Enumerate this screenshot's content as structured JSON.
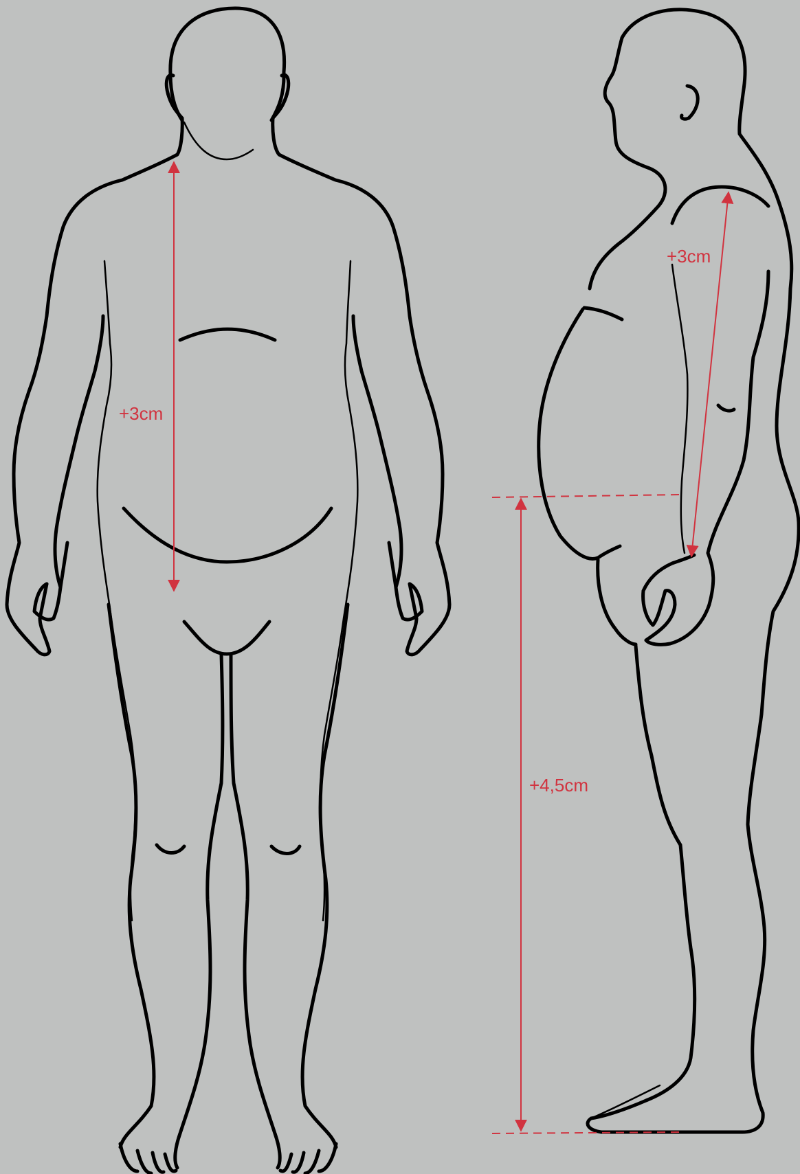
{
  "colors": {
    "background": "#bfc1c0",
    "outline": "#000000",
    "measurement": "#d1333f"
  },
  "figures": {
    "front_view": {
      "icon": "human-front-silhouette"
    },
    "side_view": {
      "icon": "human-side-silhouette"
    }
  },
  "measurements": {
    "front_torso": "+3cm",
    "side_arm": "+3cm",
    "side_leg": "+4,5cm"
  }
}
